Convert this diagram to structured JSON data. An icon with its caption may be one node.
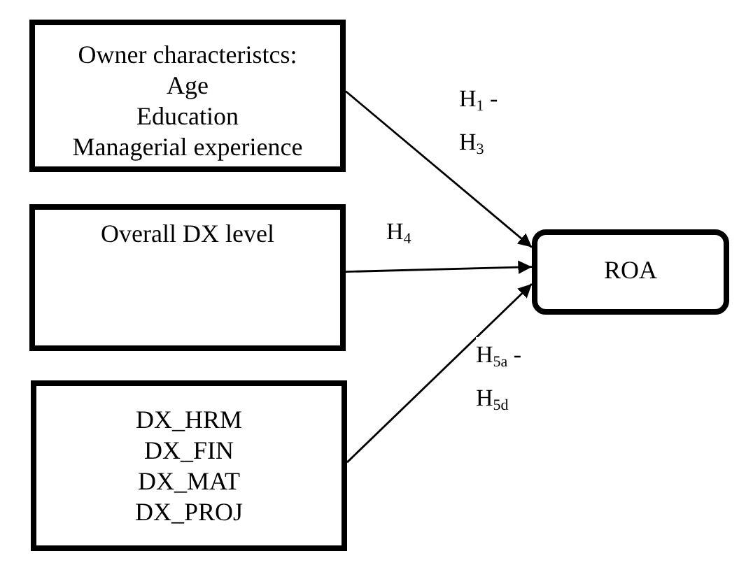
{
  "diagram": {
    "nodes": [
      {
        "text": [
          "Owner characteristcs:",
          "Age",
          "Education",
          "Managerial experience"
        ]
      },
      {
        "text": [
          "Overall DX level"
        ]
      },
      {
        "text": [
          "DX_HRM",
          "DX_FIN",
          "DX_MAT",
          "DX_PROJ"
        ]
      },
      {
        "text": [
          "ROA"
        ]
      }
    ],
    "edges": [
      {
        "from": 0,
        "to": 3,
        "arrow": "to",
        "label": "H$_{1}$ - H$_{3}$"
      },
      {
        "from": 1,
        "to": 3,
        "arrow": "to",
        "label": "H$_{4}$"
      },
      {
        "from": 2,
        "to": 3,
        "arrow": "to",
        "label": "H$_{5a}$ - H$_{5d}$"
      }
    ]
  }
}
